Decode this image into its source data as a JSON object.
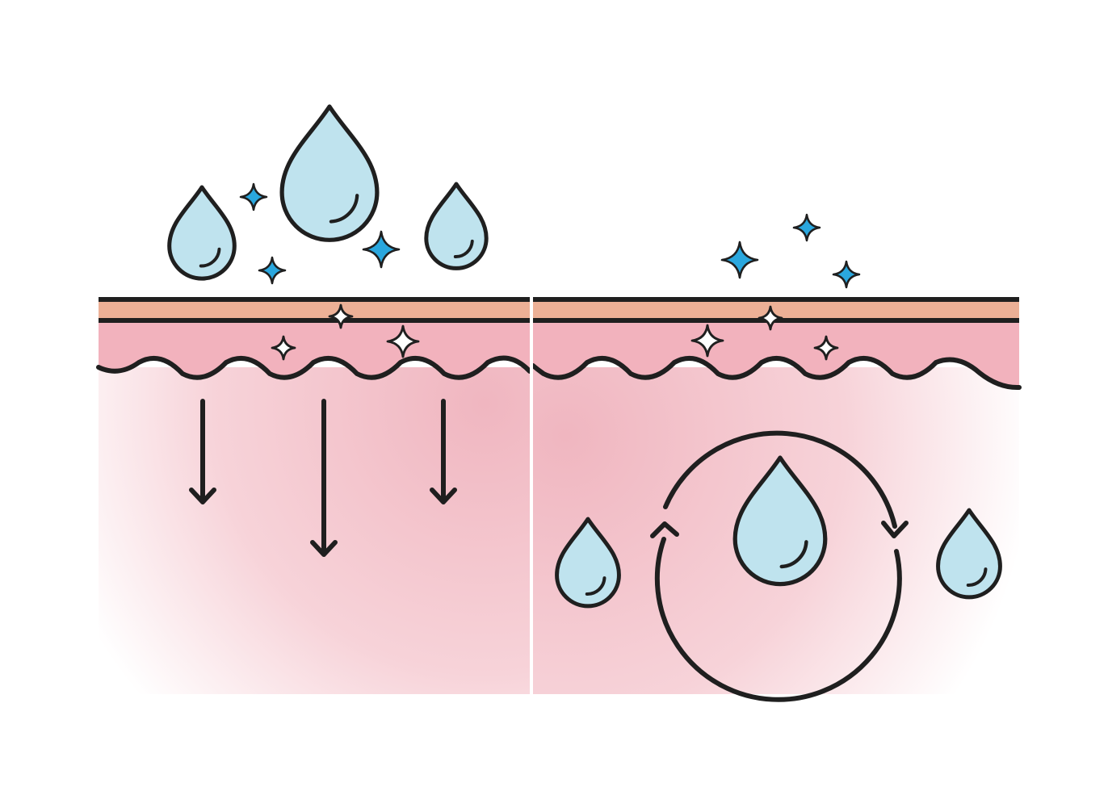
{
  "colors": {
    "background": "#ffffff",
    "outline": "#1f1f1f",
    "epidermis": "#ecb096",
    "dermis": "#f2b2bd",
    "subsurface_glow": "#f0b6c0",
    "water_fill": "#bfe3ee",
    "sparkle_blue": "#2aa7de",
    "sparkle_white": "#ffffff",
    "divider": "#ffffff"
  },
  "icons": {
    "droplet": "water-drop-icon",
    "sparkle": "sparkle-icon",
    "arrow": "arrow-down-icon",
    "cycle": "circular-arrows-icon"
  },
  "panels": [
    {
      "id": "absorption",
      "drops_above_skin": 3,
      "down_arrows": 3
    },
    {
      "id": "retention",
      "drops_below_skin": 3,
      "cycle_arrows": 2
    }
  ]
}
